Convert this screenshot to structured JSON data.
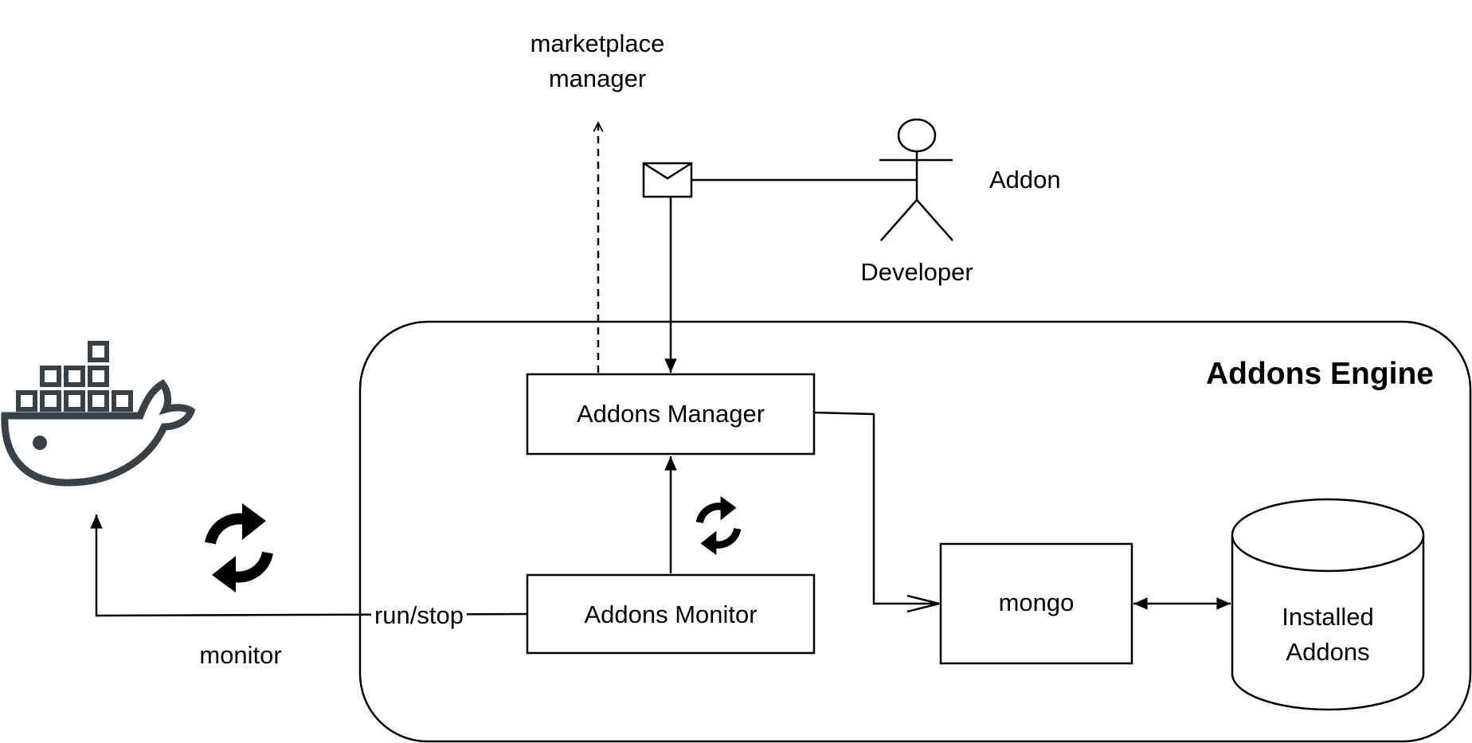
{
  "nodes": {
    "addons_engine": {
      "label": "Addons Engine"
    },
    "addons_manager": {
      "label": "Addons Manager"
    },
    "addons_monitor": {
      "label": "Addons Monitor"
    },
    "mongo": {
      "label": "mongo"
    },
    "installed_addons": {
      "line1": "Installed",
      "line2": "Addons"
    },
    "developer": {
      "label": "Developer"
    },
    "addon": {
      "label": "Addon"
    },
    "marketplace": {
      "line1": "marketplace",
      "line2": "manager"
    }
  },
  "edges": {
    "run_stop": {
      "label": "run/stop"
    },
    "monitor": {
      "label": "monitor"
    }
  },
  "icons": {
    "docker": "docker-whale-icon",
    "refresh": "refresh-cycle-icon",
    "envelope": "envelope-icon",
    "actor": "stick-figure-icon"
  },
  "colors": {
    "stroke": "#000000",
    "docker": "#394148"
  }
}
